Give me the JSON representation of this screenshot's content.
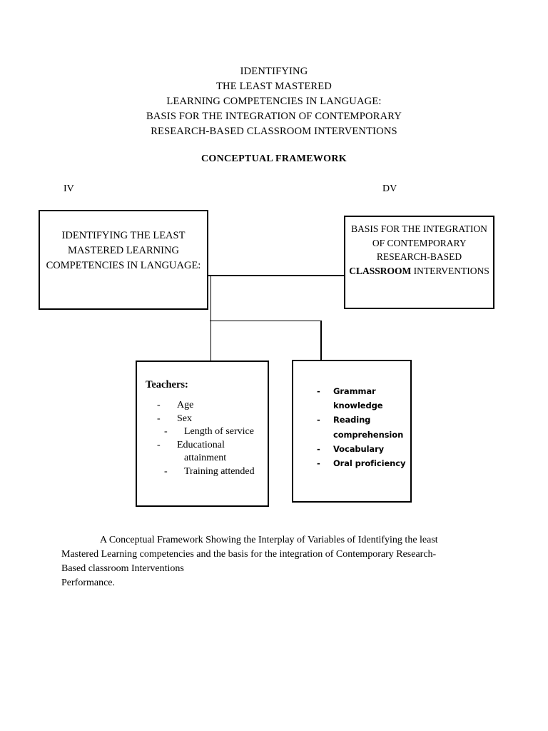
{
  "document": {
    "title_lines": [
      "IDENTIFYING",
      "THE LEAST MASTERED",
      "LEARNING COMPETENCIES IN LANGUAGE:",
      "BASIS FOR THE INTEGRATION OF CONTEMPORARY",
      "RESEARCH-BASED CLASSROOM INTERVENTIONS"
    ],
    "section_heading": "CONCEPTUAL FRAMEWORK"
  },
  "diagram": {
    "labels": {
      "independent_variable": "IV",
      "dependent_variable": "DV"
    },
    "iv_box": {
      "lines": [
        "IDENTIFYING",
        "THE LEAST MASTERED",
        "LEARNING COMPETENCIES",
        "IN LANGUAGE:"
      ]
    },
    "dv_box": {
      "lines": [
        "BASIS FOR THE",
        "INTEGRATION OF",
        "CONTEMPORARY",
        "RESEARCH-BASED",
        "CLASSROOM",
        "INTERVENTIONS"
      ],
      "bold_line": "CLASSROOM"
    },
    "teachers_box": {
      "heading": "Teachers:",
      "bullet_marker": "-",
      "items": [
        "Age",
        "Sex",
        "Length of service",
        "Educational",
        "attainment",
        "Training attended"
      ]
    },
    "outcomes_box": {
      "bullet_marker": "-",
      "items": [
        {
          "first": "Grammar",
          "second": "knowledge"
        },
        {
          "first": "Reading",
          "second": "comprehension"
        },
        {
          "first": "Vocabulary",
          "second": ""
        },
        {
          "first": "Oral proficiency",
          "second": ""
        }
      ]
    }
  },
  "caption": {
    "line1": "A Conceptual Framework Showing the Interplay of Variables of  Identifying the least",
    "line2": "Mastered Learning competencies  and the basis for the integration of Contemporary Research-",
    "line3": "Based classroom Interventions",
    "line4": "Performance."
  },
  "colors": {
    "ink": "#000000",
    "page": "#ffffff"
  }
}
